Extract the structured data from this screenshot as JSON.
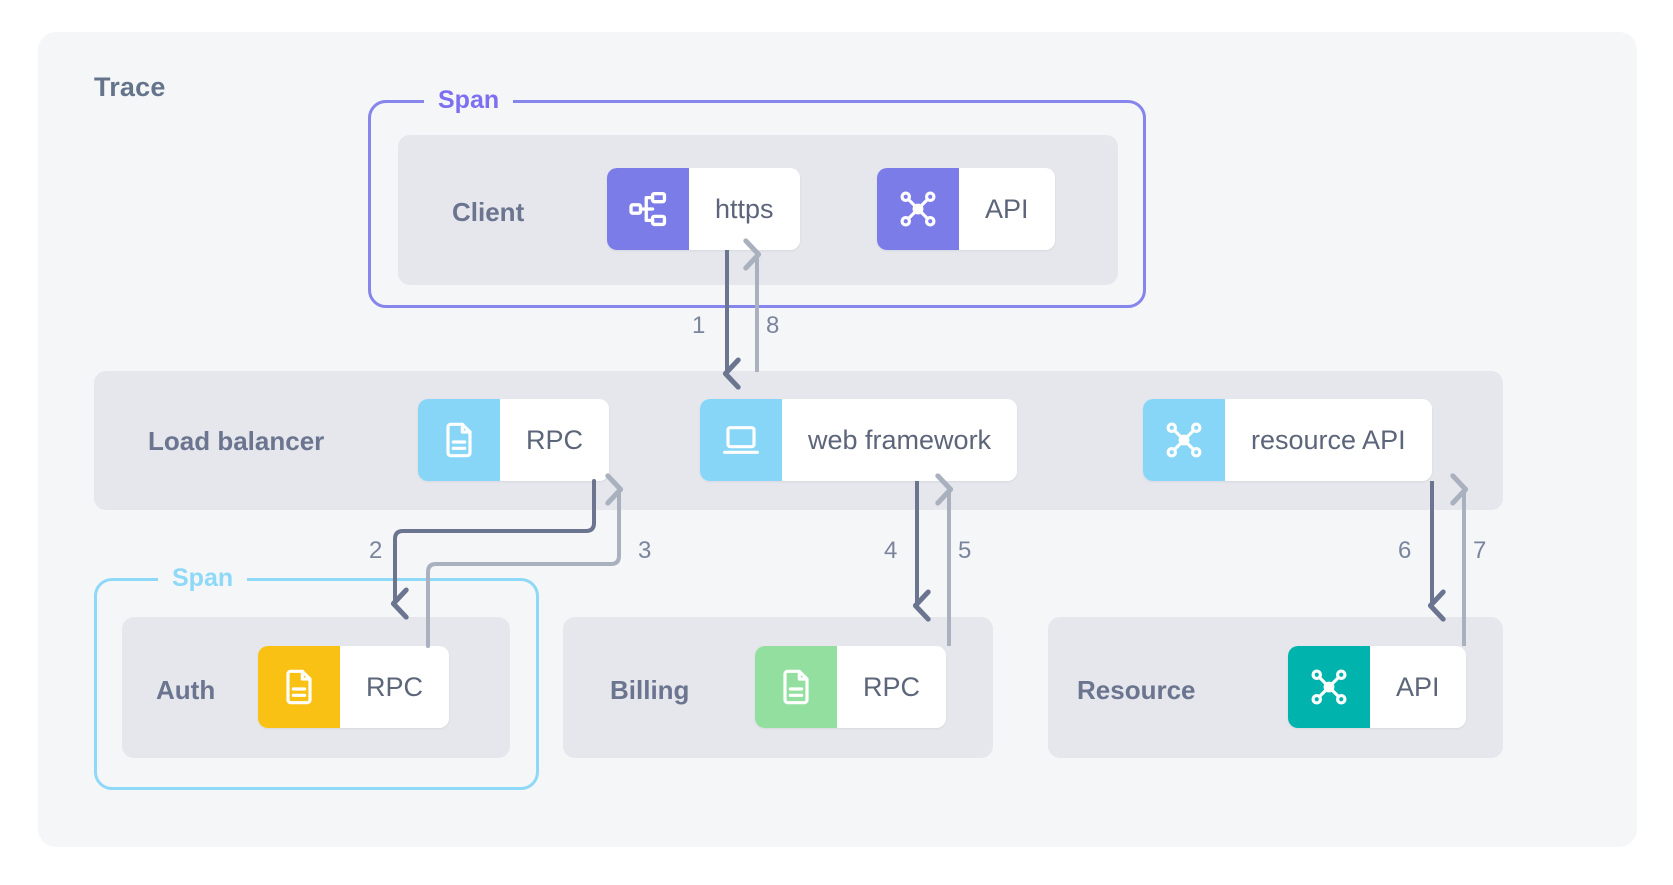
{
  "diagram": {
    "title": "Trace",
    "background_color": "#f5f6f8",
    "canvas_color": "#ffffff"
  },
  "spans": [
    {
      "label": "Span",
      "color": "#7c6ff0",
      "border_color": "#8585ec",
      "wraps": "client-row"
    },
    {
      "label": "Span",
      "color": "#8ed8f8",
      "border_color": "#8ed8f8",
      "wraps": "auth-row"
    }
  ],
  "rows": [
    {
      "name": "client",
      "label": "Client",
      "chips": [
        {
          "label": "https",
          "icon": "sitemap-icon",
          "icon_color": "#7c7ce8"
        },
        {
          "label": "API",
          "icon": "network-hub-icon",
          "icon_color": "#7c7ce8"
        }
      ]
    },
    {
      "name": "load-balancer",
      "label": "Load balancer",
      "chips": [
        {
          "label": "RPC",
          "icon": "document-icon",
          "icon_color": "#87d6f7"
        },
        {
          "label": "web framework",
          "icon": "laptop-icon",
          "icon_color": "#87d6f7"
        },
        {
          "label": "resource API",
          "icon": "network-hub-icon",
          "icon_color": "#87d6f7"
        }
      ]
    },
    {
      "name": "auth",
      "label": "Auth",
      "chips": [
        {
          "label": "RPC",
          "icon": "document-icon",
          "icon_color": "#f9c113"
        }
      ]
    },
    {
      "name": "billing",
      "label": "Billing",
      "chips": [
        {
          "label": "RPC",
          "icon": "document-icon",
          "icon_color": "#93dfa0"
        }
      ]
    },
    {
      "name": "resource",
      "label": "Resource",
      "chips": [
        {
          "label": "API",
          "icon": "network-hub-icon",
          "icon_color": "#00b3ad"
        }
      ]
    }
  ],
  "arrows": [
    {
      "number": "1",
      "direction": "down",
      "from": "client-https",
      "to": "load-balancer-web-framework",
      "color": "#6b7590"
    },
    {
      "number": "8",
      "direction": "up",
      "from": "load-balancer-web-framework",
      "to": "client-https",
      "color": "#a9b0be"
    },
    {
      "number": "2",
      "direction": "down",
      "from": "load-balancer-rpc",
      "to": "auth-rpc",
      "color": "#6b7590"
    },
    {
      "number": "3",
      "direction": "up",
      "from": "auth-rpc",
      "to": "load-balancer-rpc",
      "color": "#a9b0be"
    },
    {
      "number": "4",
      "direction": "down",
      "from": "load-balancer-web-framework",
      "to": "billing-rpc",
      "color": "#6b7590"
    },
    {
      "number": "5",
      "direction": "up",
      "from": "billing-rpc",
      "to": "load-balancer-web-framework",
      "color": "#a9b0be"
    },
    {
      "number": "6",
      "direction": "down",
      "from": "load-balancer-resource-api",
      "to": "resource-api",
      "color": "#6b7590"
    },
    {
      "number": "7",
      "direction": "up",
      "from": "resource-api",
      "to": "load-balancer-resource-api",
      "color": "#a9b0be"
    }
  ]
}
